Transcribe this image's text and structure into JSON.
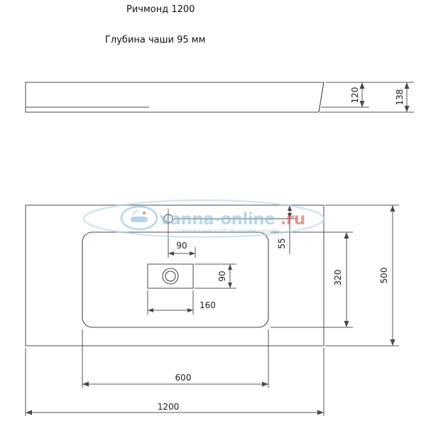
{
  "drawing": {
    "title": "Ричмонд 1200",
    "subtitle": "Глубина чаши 95 мм"
  },
  "side_view": {
    "dims": {
      "body_height": "120",
      "total_height": "138"
    }
  },
  "top_view": {
    "dims": {
      "faucet_offset": "90",
      "faucet_from_edge": "55",
      "drain_height": "90",
      "drain_width": "160",
      "basin_depth": "320",
      "basin_width": "600",
      "total_depth": "500",
      "total_width": "1200"
    }
  },
  "watermark": {
    "brand_main": "vanna-online",
    "brand_tld": ".ru",
    "tagline": "сантехника по лучшим ценам",
    "colors": {
      "brand_blue": "#8cc2e2",
      "brand_red": "#e2574c"
    }
  }
}
